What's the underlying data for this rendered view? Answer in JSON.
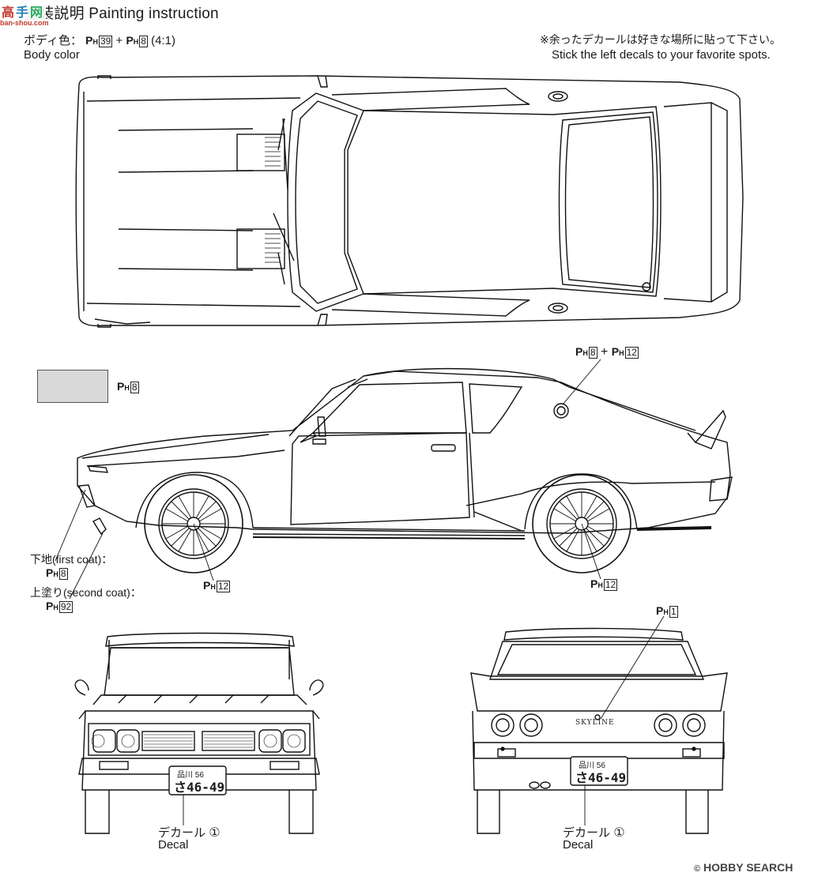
{
  "header": {
    "title": "塗装説明 Painting instruction",
    "body_color_jp": "ボディ色：",
    "body_color_formula_a": "39",
    "body_color_formula_b": "8",
    "body_color_ratio": "(4:1)",
    "body_color_en": "Body color",
    "note_jp": "※余ったデカールは好きな場所に貼って下さい。",
    "note_en": "Stick the left decals to your favorite spots."
  },
  "paint_code_prefix": "PH",
  "swatch": {
    "code": "8",
    "color": "#d9d9d9"
  },
  "side_view": {
    "roof_codes": [
      "8",
      "12"
    ],
    "wheel_front_code": "12",
    "wheel_rear_code": "12",
    "first_coat_label": "下地(first coat)：",
    "first_coat_code": "8",
    "second_coat_label": "上塗り(second coat)：",
    "second_coat_code": "92"
  },
  "front_view": {
    "plate_top": "品川 56",
    "plate_bottom": "さ46-49",
    "decal_jp": "デカール",
    "decal_en": "Decal",
    "decal_num": "①"
  },
  "rear_view": {
    "emblem_code": "1",
    "emblem_text": "SKYLINE",
    "plate_top": "品川 56",
    "plate_bottom": "さ46-49",
    "decal_jp": "デカール",
    "decal_en": "Decal",
    "decal_num": "①"
  },
  "watermarks": {
    "top_left": "ban-shou.com",
    "bottom_right_brand": "HOBBY SEARCH",
    "bottom_right_copy": "©"
  }
}
